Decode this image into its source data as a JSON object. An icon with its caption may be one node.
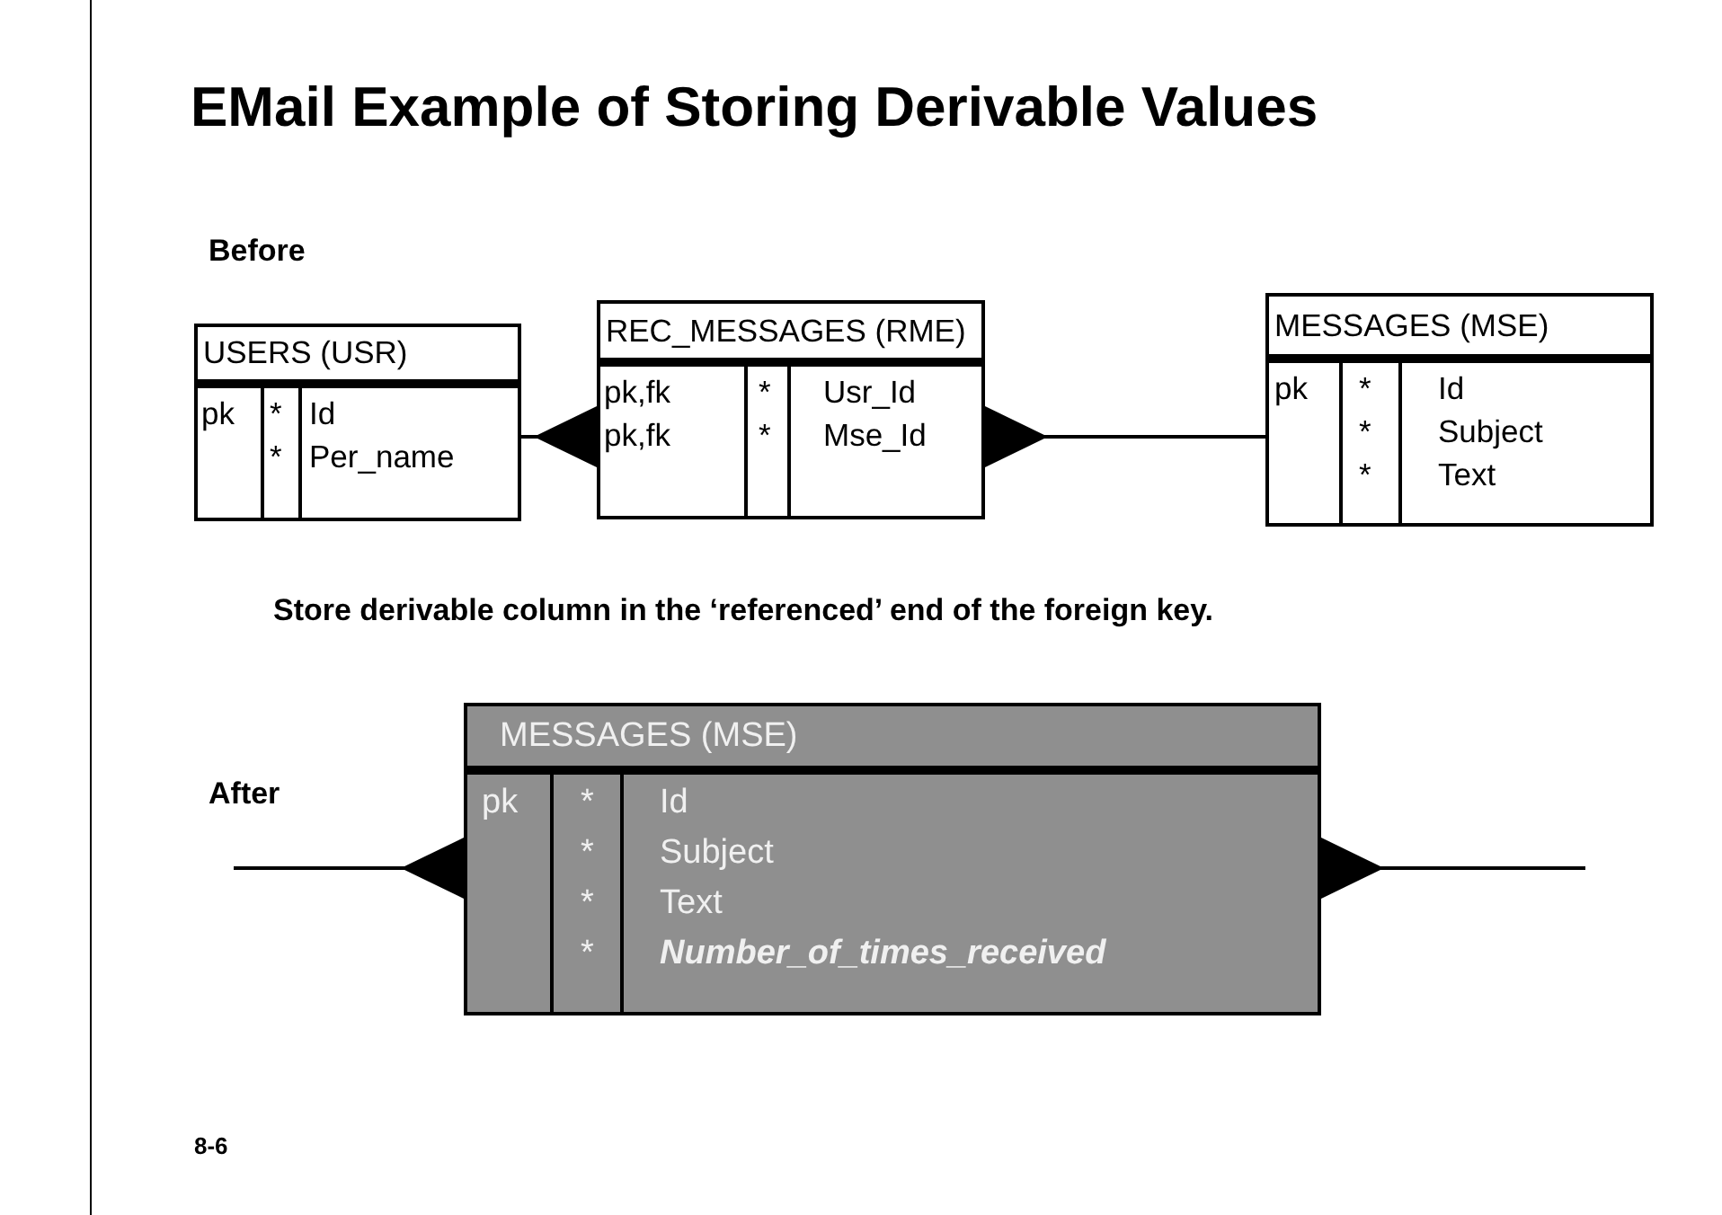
{
  "diagram": {
    "title": "EMail Example of Storing Derivable Values",
    "nodes": [
      {
        "text": [
          "USERS (USR)",
          "pk",
          "*",
          "Id",
          "*",
          "Per_name"
        ]
      },
      {
        "text": [
          "REC_MESSAGES (RME)",
          "pk,fk",
          "*",
          "Usr_Id",
          "pk,fk",
          "*",
          "Mse_Id"
        ]
      },
      {
        "text": [
          "MESSAGES (MSE)",
          "pk",
          "*",
          "Id",
          "*",
          "Subject",
          "*",
          "Text"
        ]
      },
      {
        "text": [
          "MESSAGES (MSE)",
          "pk",
          "*",
          "Id",
          "*",
          "Subject",
          "*",
          "Text",
          "*",
          "Number_of_times_received"
        ]
      }
    ],
    "edges": [
      {
        "from": 0,
        "to": 1,
        "arrow": "other"
      },
      {
        "from": 2,
        "to": 1,
        "arrow": "other"
      },
      {
        "from": null,
        "to": 3,
        "arrow": "other"
      },
      {
        "from": null,
        "to": 3,
        "arrow": "other"
      }
    ],
    "labels": [
      "Before",
      "Store derivable column in the ‘referenced’ end of the foreign key.",
      "After",
      "8-6"
    ]
  }
}
